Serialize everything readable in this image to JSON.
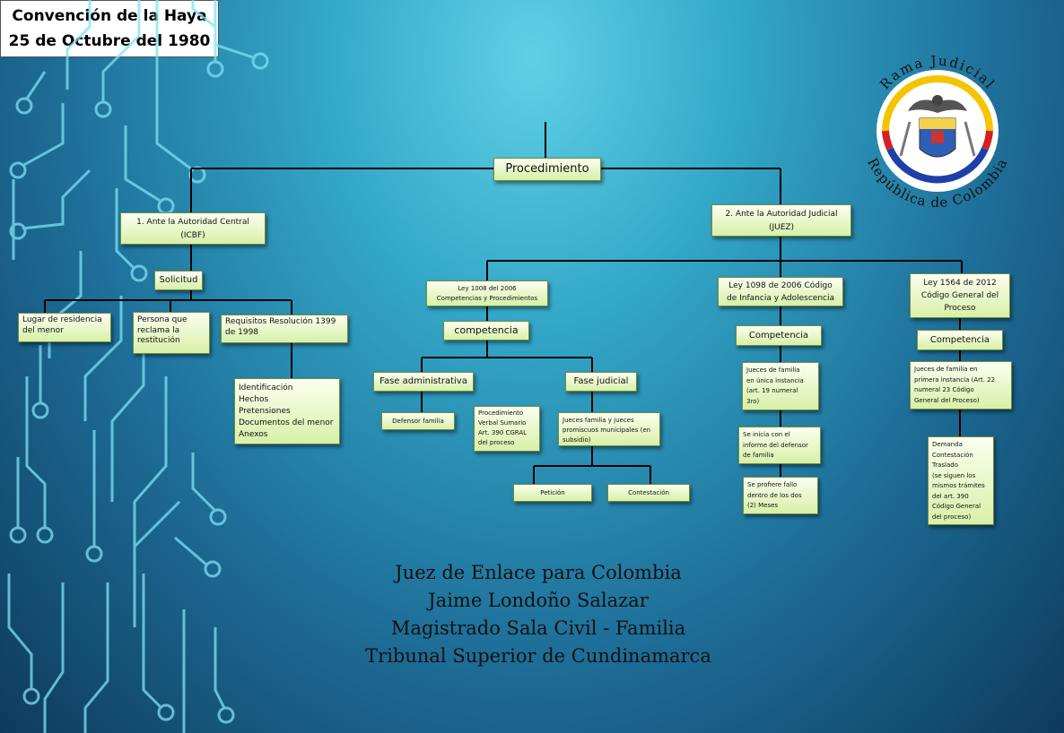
{
  "title": {
    "line1": "Convención de la Haya",
    "line2": "25 de Octubre del 1980"
  },
  "procedimiento": "Procedimiento",
  "branch1": {
    "label": "1. Ante la Autoridad Central\n(ICBF)",
    "solicitud": "Solicitud",
    "items": [
      "Lugar de residencia\ndel menor",
      "Persona que\nreclama la\nrestitución",
      "Requisitos Resolución 1399\nde 1998"
    ],
    "requisitos": "Identificación\nHechos\nPretensiones\nDocumentos del menor\nAnexos"
  },
  "branch2": {
    "label": "2. Ante la Autoridad Judicial\n(JUEZ)",
    "ley1008": {
      "label": "Ley 1008 del 2006\nCompetencias y Procedimientos",
      "competencia": "competencia",
      "fase_admin": "Fase administrativa",
      "defensor": "Defensor familia",
      "fase_judicial": "Fase judicial",
      "procedimiento": "Procedimiento\nVerbal Sumario\nArt. 390 CGRAL\ndel proceso",
      "jueces": "Jueces familia y jueces\npromiscuos municipales (en\nsubsidio)",
      "peticion": "Petición",
      "contestacion": "Contestación"
    },
    "ley1098": {
      "label": "Ley 1098 de 2006 Código\nde Infancia y Adolescencia",
      "competencia": "Competencia",
      "jueces": "Jueces de familia\nen única instancia\n(art. 19 numeral\n3ro)",
      "inicia": "Se inicia con el\ninforme del defensor\nde familia",
      "fallo": "Se profiere fallo\ndentro de los dos\n(2) Meses"
    },
    "ley1564": {
      "label": "Ley 1564 de 2012\nCódigo General del\nProceso",
      "competencia": "Competencia",
      "jueces": "Jueces de familia en\nprimera instancia (Art. 22\nnumeral 23  Código\nGeneral del Proceso)",
      "tramite": "Demanda\nContestación\nTraslado\n(se siguen los\nmismos trámites\ndel art. 390\nCódigo General\ndel proceso)"
    }
  },
  "footer": "Juez de Enlace para Colombia\nJaime Londoño Salazar\nMagistrado Sala Civil - Familia\nTribunal Superior de Cundinamarca",
  "seal": {
    "top_text": "Rama Judicial",
    "bottom_text": "República de Colombia",
    "icon": "coat-of-arms-icon"
  },
  "colors": {
    "box_fill": "#e8f7c8",
    "box_border": "#6f8c3c",
    "background_light": "#5fd0e6",
    "background_dark": "#0e3a5e"
  }
}
